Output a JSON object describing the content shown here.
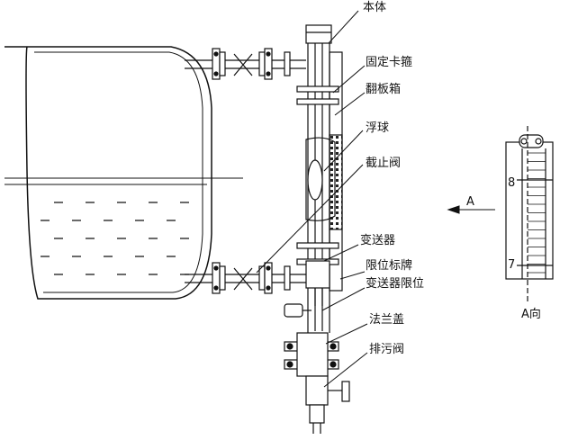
{
  "labels": {
    "body": "本体",
    "clamp": "固定卡箍",
    "flip_box": "翻板箱",
    "float": "浮球",
    "stop_valve": "截止阀",
    "transmitter": "变送器",
    "limit_plate": "限位标牌",
    "transmitter_limit": "变送器限位",
    "flange_cover": "法兰盖",
    "drain_valve": "排污阀"
  },
  "view": {
    "arrow_label": "A",
    "view_label": "A向",
    "scale_8": "8",
    "scale_7": "7"
  }
}
